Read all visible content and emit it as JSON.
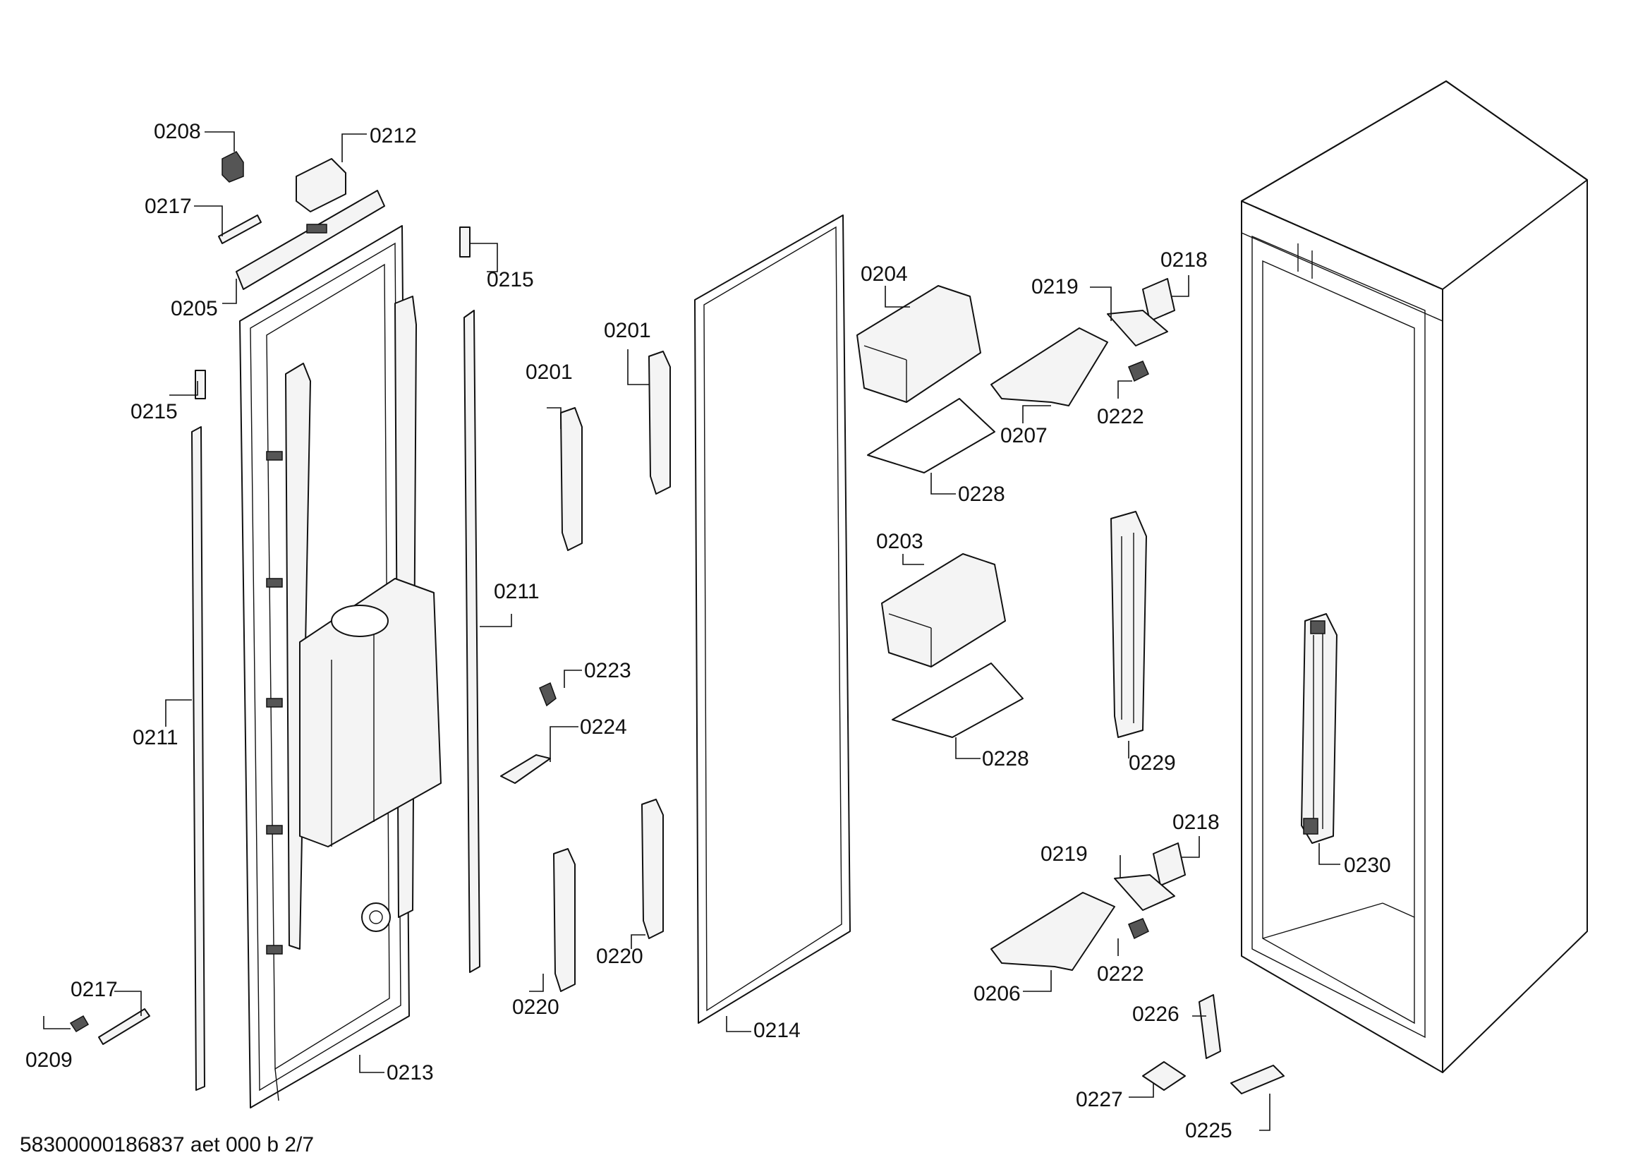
{
  "callouts": [
    {
      "id": "0208"
    },
    {
      "id": "0212"
    },
    {
      "id": "0217"
    },
    {
      "id": "0205"
    },
    {
      "id": "0215"
    },
    {
      "id": "0215"
    },
    {
      "id": "0211"
    },
    {
      "id": "0211"
    },
    {
      "id": "0201"
    },
    {
      "id": "0201"
    },
    {
      "id": "0223"
    },
    {
      "id": "0224"
    },
    {
      "id": "0220"
    },
    {
      "id": "0220"
    },
    {
      "id": "0217"
    },
    {
      "id": "0209"
    },
    {
      "id": "0213"
    },
    {
      "id": "0214"
    },
    {
      "id": "0204"
    },
    {
      "id": "0203"
    },
    {
      "id": "0228"
    },
    {
      "id": "0228"
    },
    {
      "id": "0219"
    },
    {
      "id": "0218"
    },
    {
      "id": "0207"
    },
    {
      "id": "0222"
    },
    {
      "id": "0229"
    },
    {
      "id": "0219"
    },
    {
      "id": "0218"
    },
    {
      "id": "0222"
    },
    {
      "id": "0206"
    },
    {
      "id": "0226"
    },
    {
      "id": "0227"
    },
    {
      "id": "0225"
    },
    {
      "id": "0230"
    }
  ],
  "footer": {
    "doc_id": "58300000186837 aet 000 b 2/7"
  }
}
